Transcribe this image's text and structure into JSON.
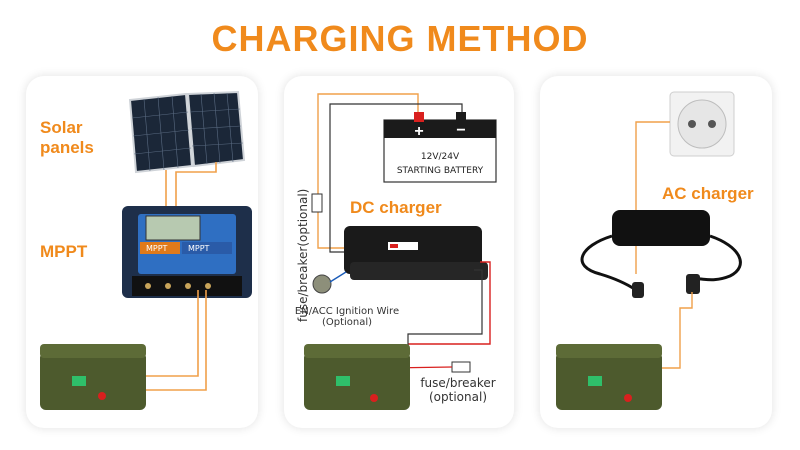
{
  "title": "CHARGING METHOD",
  "panel1": {
    "solar_label": "Solar panels",
    "mppt_label": "MPPT",
    "controller_badge1": "MPPT",
    "controller_badge2": "MPPT"
  },
  "panel2": {
    "battery_plus": "+",
    "battery_minus": "−",
    "battery_line1": "12V/24V",
    "battery_line2": "STARTING BATTERY",
    "dc_charger_label": "DC charger",
    "fuse_vertical": "fuse/breaker(optional)",
    "ignition_line1": "EN/ACC Ignition Wire",
    "ignition_line2": "(Optional)",
    "fuse_bottom_line1": "fuse/breaker",
    "fuse_bottom_line2": "(optional)"
  },
  "panel3": {
    "ac_label": "AC charger"
  },
  "colors": {
    "accent": "#f08a1c",
    "wire_orange": "#f0a04a",
    "wire_red": "#d9201e",
    "box_green": "#4d5a2d"
  }
}
